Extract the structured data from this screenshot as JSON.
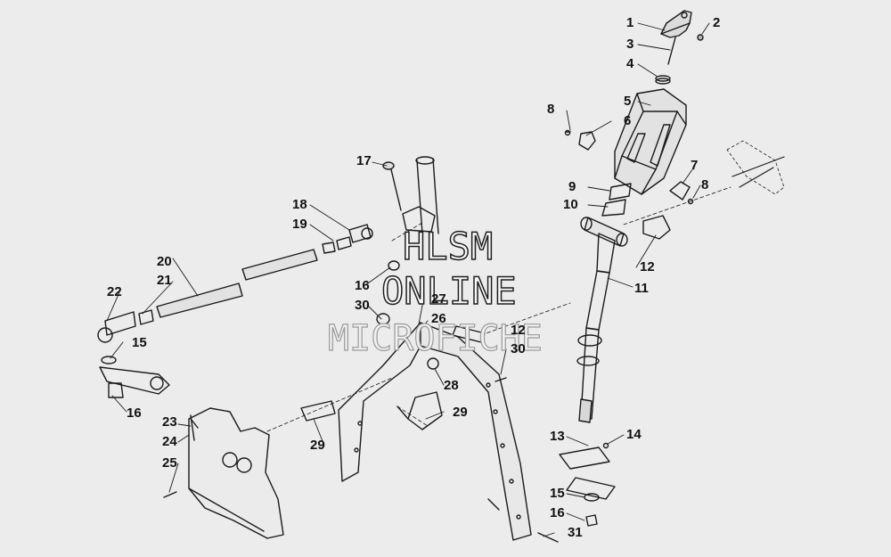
{
  "callouts": {
    "c1": "1",
    "c2": "2",
    "c3": "3",
    "c4": "4",
    "c5": "5",
    "c6": "6",
    "c7": "7",
    "c8a": "8",
    "c8b": "8",
    "c9": "9",
    "c10": "10",
    "c11": "11",
    "c12a": "12",
    "c12b": "12",
    "c13": "13",
    "c14": "14",
    "c15a": "15",
    "c15b": "15",
    "c16a": "16",
    "c16b": "16",
    "c16c": "16",
    "c17": "17",
    "c18": "18",
    "c19": "19",
    "c20": "20",
    "c21": "21",
    "c22": "22",
    "c23": "23",
    "c24": "24",
    "c25": "25",
    "c26": "26",
    "c27": "27",
    "c28": "28",
    "c29a": "29",
    "c29b": "29",
    "c30a": "30",
    "c30b": "30",
    "c31": "31"
  },
  "watermark": {
    "line1": "HLSM",
    "line2": "ONLINE",
    "line3": "MICROFICHE"
  },
  "colors": {
    "ink": "#1a1a1a",
    "background": "#ececec"
  }
}
